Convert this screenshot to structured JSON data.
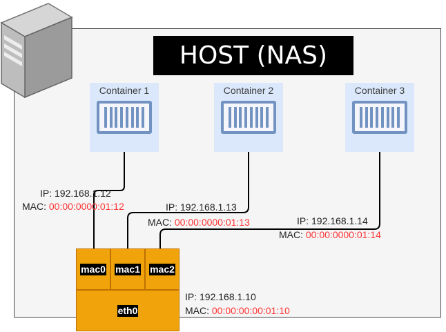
{
  "host": {
    "title": "HOST (NAS)"
  },
  "containers": [
    {
      "label": "Container 1",
      "ip": "IP: 192.168.1.12",
      "mac_prefix": "MAC: ",
      "mac": "00:00:0000:01:12",
      "interface": "mac0"
    },
    {
      "label": "Container 2",
      "ip": "IP: 192.168.1.13",
      "mac_prefix": "MAC: ",
      "mac": "00:00:0000:01:13",
      "interface": "mac1"
    },
    {
      "label": "Container 3",
      "ip": "IP: 192.168.1.14",
      "mac_prefix": "MAC: ",
      "mac": "00:00:0000:01:14",
      "interface": "mac2"
    }
  ],
  "eth0": {
    "label": "eth0",
    "ip": "IP: 192.168.1.10",
    "mac_prefix": "MAC: ",
    "mac": "00:00:00:00:01:10"
  },
  "icons": {
    "server": "server-tower-icon",
    "container": "container-icon"
  },
  "colors": {
    "host_background": "#f5f5f5",
    "container_fill": "#dae8fc",
    "container_stroke": "#6c8ebf",
    "interface_fill": "#f0a30a",
    "mac_text": "#ff3333",
    "title_background": "#000000"
  }
}
